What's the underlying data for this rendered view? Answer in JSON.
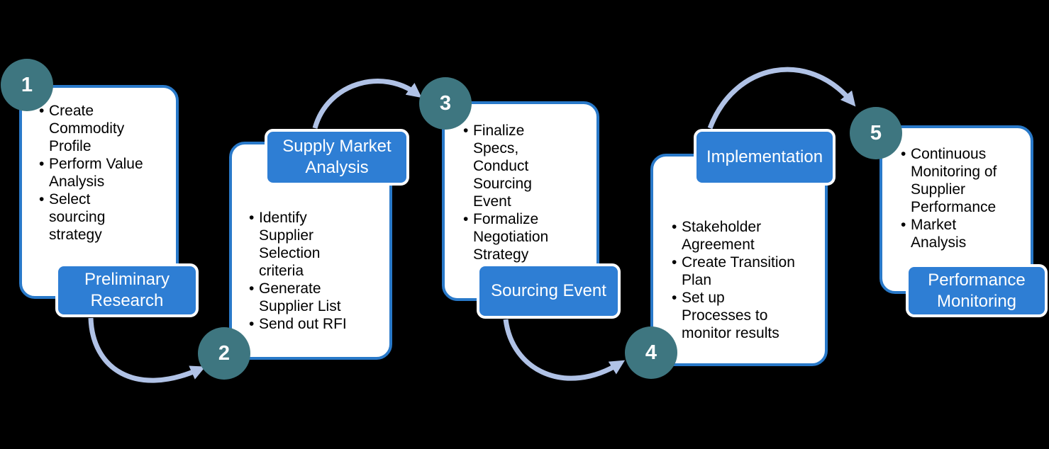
{
  "diagram": {
    "type": "process-flow",
    "steps": [
      {
        "number": "1",
        "label": "Preliminary Research",
        "bullets": [
          "Create\nCommodity\nProfile",
          "Perform Value\nAnalysis",
          "Select\nsourcing\nstrategy"
        ]
      },
      {
        "number": "2",
        "label": "Supply Market Analysis",
        "bullets": [
          "Identify\nSupplier\nSelection\ncriteria",
          "Generate\nSupplier List",
          "Send out RFI"
        ]
      },
      {
        "number": "3",
        "label": "Sourcing Event",
        "bullets": [
          "Finalize\nSpecs,\nConduct\nSourcing\nEvent",
          "Formalize\nNegotiation\nStrategy"
        ]
      },
      {
        "number": "4",
        "label": "Implementation",
        "bullets": [
          "Stakeholder\nAgreement",
          "Create Transition\nPlan",
          "Set up\nProcesses to\nmonitor results"
        ]
      },
      {
        "number": "5",
        "label": "Performance Monitoring",
        "bullets": [
          "Continuous\nMonitoring of\nSupplier\nPerformance",
          "Market\nAnalysis"
        ]
      }
    ],
    "connections": [
      {
        "from": "1",
        "to": "2"
      },
      {
        "from": "2",
        "to": "3"
      },
      {
        "from": "3",
        "to": "4"
      },
      {
        "from": "4",
        "to": "5"
      }
    ],
    "colors": {
      "background": "#000000",
      "card_fill": "#ffffff",
      "card_border": "#2979c9",
      "label_fill": "#2e7ed4",
      "label_text": "#ffffff",
      "circle_fill": "#3e7680",
      "circle_text": "#ffffff",
      "bullet_text": "#000000",
      "arrow": "#b0c2e6"
    }
  }
}
